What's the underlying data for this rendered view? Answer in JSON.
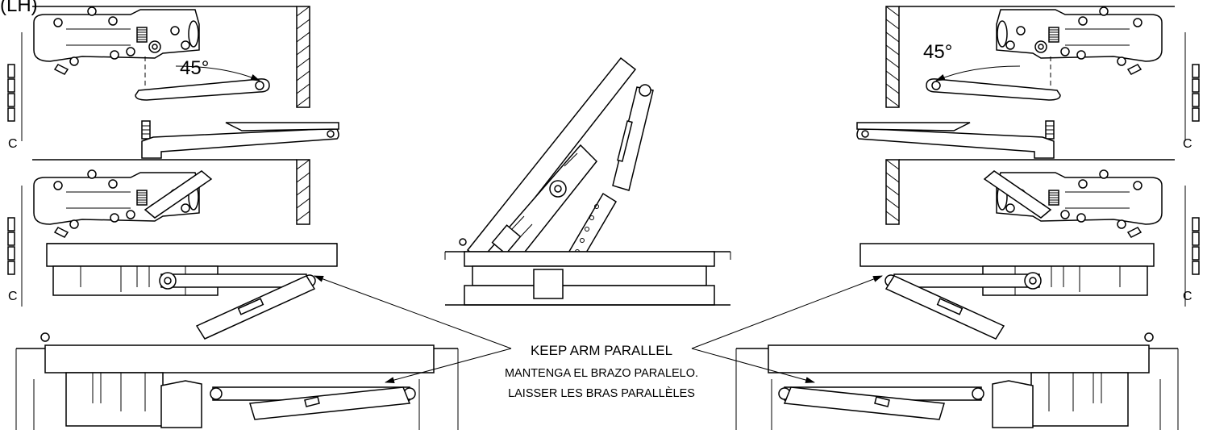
{
  "labels": {
    "handing": "(LH)",
    "angle_left": "45°",
    "angle_right": "45°",
    "centerline_mark": "C",
    "note_en": "KEEP ARM PARALLEL",
    "note_es": "MANTENGA EL BRAZO PARALELO.",
    "note_fr": "LAISSER LES BRAS PARALLÈLES"
  }
}
